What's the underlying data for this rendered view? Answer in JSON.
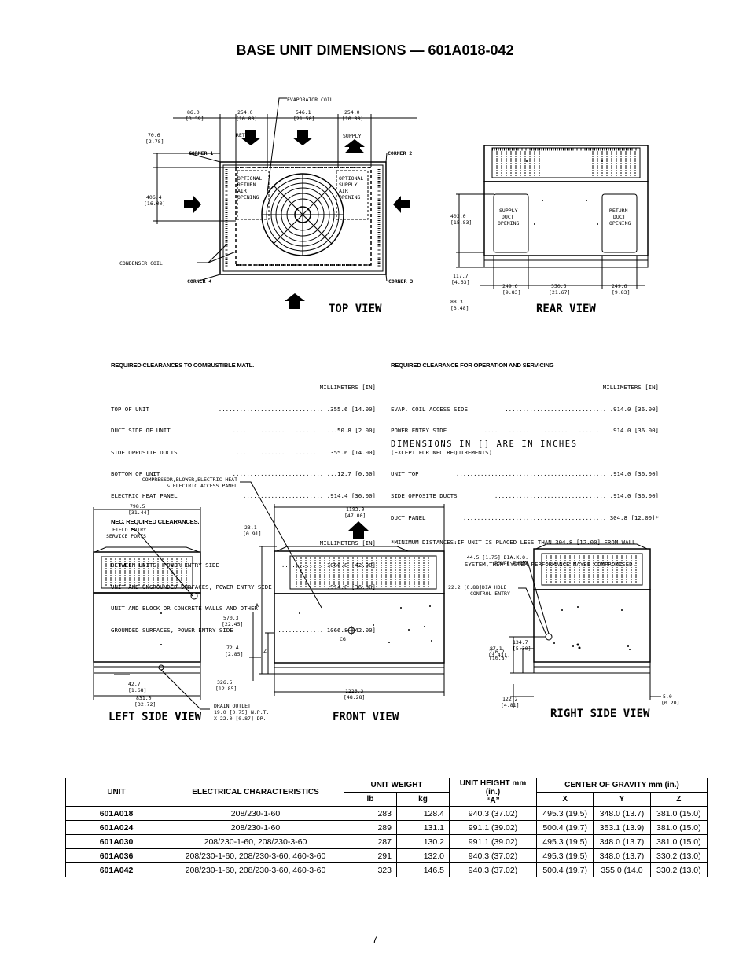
{
  "title": "BASE UNIT DIMENSIONS — 601A018-042",
  "top_view": {
    "label": "TOP VIEW",
    "dim_86": "86.0",
    "dim_86_in": "[3.39]",
    "dim_254a": "254.0",
    "dim_254a_in": "[10.00]",
    "dim_546": "546.1",
    "dim_546_in": "[21.50]",
    "dim_254b": "254.0",
    "dim_254b_in": "[10.00]",
    "dim_70": "70.6",
    "dim_70_in": "[2.78]",
    "dim_406": "406.4",
    "dim_406_in": "[16.00]",
    "evaporator_coil": "EVAPORATOR COIL",
    "return": "RETURN",
    "supply": "SUPPLY",
    "corner1": "CORNER 1",
    "corner2": "CORNER 2",
    "corner3": "CORNER 3",
    "corner4": "CORNER 4",
    "opt_return": [
      "OPTIONAL",
      "RETURN",
      "AIR",
      "OPENING"
    ],
    "opt_supply": [
      "OPTIONAL",
      "SUPPLY",
      "AIR",
      "OPENING"
    ],
    "condenser_coil": "CONDENSER COIL"
  },
  "rear_view": {
    "label": "REAR VIEW",
    "supply_duct": [
      "SUPPLY",
      "DUCT",
      "OPENING"
    ],
    "return_duct": [
      "RETURN",
      "DUCT",
      "OPENING"
    ],
    "dim_402": "402.0",
    "dim_402_in": "[15.83]",
    "dim_117": "117.7",
    "dim_117_in": "[4.63]",
    "dim_88": "88.3",
    "dim_88_in": "[3.48]",
    "dim_249a": "249.6",
    "dim_249a_in": "[9.83]",
    "dim_550": "550.5",
    "dim_550_in": "[21.67]",
    "dim_249b": "249.6",
    "dim_249b_in": "[9.83]"
  },
  "clearances_left": {
    "heading1": "REQUIRED CLEARANCES TO COMBUSTIBLE MATL.",
    "units": "MILLIMETERS [IN]",
    "rows1": [
      {
        "label": "TOP OF UNIT",
        "value": "355.6 [14.00]"
      },
      {
        "label": "DUCT SIDE OF UNIT",
        "value": "50.8 [2.00]"
      },
      {
        "label": "SIDE OPPOSITE DUCTS",
        "value": "355.6 [14.00]"
      },
      {
        "label": "BOTTOM OF UNIT",
        "value": "12.7 [0.50]"
      },
      {
        "label": "ELECTRIC HEAT PANEL",
        "value": "914.4 [36.00]"
      }
    ],
    "heading2": "NEC. REQUIRED CLEARANCES.",
    "units2": "MILLIMETERS [IN]",
    "rows2": [
      {
        "label": "BETWEEN UNITS, POWER ENTRY SIDE",
        "value": "1066.8 [42.00]"
      },
      {
        "label": "UNIT AND UNGROUNDED SURFACES, POWER ENTRY SIDE",
        "value": "914.0 [36.00]"
      },
      {
        "label": "UNIT AND BLOCK OR CONCRETE WALLS AND OTHER",
        "value": ""
      },
      {
        "label": "GROUNDED SURFACES, POWER ENTRY SIDE",
        "value": "1066.8 [42.00]"
      }
    ]
  },
  "clearances_right": {
    "heading": "REQUIRED CLEARANCE FOR OPERATION AND SERVICING",
    "units": "MILLIMETERS [IN]",
    "rows": [
      {
        "label": "EVAP. COIL ACCESS SIDE",
        "value": "914.0 [36.00]"
      },
      {
        "label": "POWER ENTRY SIDE",
        "value": "914.0 [36.00]"
      },
      {
        "label": "(EXCEPT FOR NEC REQUIREMENTS)",
        "value": ""
      },
      {
        "label": "UNIT TOP",
        "value": "914.0 [36.00]"
      },
      {
        "label": "SIDE OPPOSITE DUCTS",
        "value": "914.0 [36.00]"
      },
      {
        "label": "DUCT PANEL",
        "value": "304.8 [12.00]*"
      }
    ],
    "note1": "*MINIMUM DISTANCES:IF UNIT IS PLACED LESS THAN 304.8 [12.00] FROM WALL",
    "note2": "SYSTEM,THEN SYSTEM PERFORMANCE MAYBE COMPROMISED.",
    "dimensions_note": "DIMENSIONS IN [] ARE IN INCHES"
  },
  "left_side_view": {
    "label": "LEFT SIDE VIEW",
    "dim_798": "798.5",
    "dim_798_in": "[31.44]",
    "field_entry": [
      "FIELD ENTRY",
      "SERVICE PORTS"
    ],
    "dim_570": "570.3",
    "dim_570_in": "[22.45]",
    "dim_72": "72.4",
    "dim_72_in": "[2.85]",
    "dim_42": "42.7",
    "dim_42_in": "[1.68]",
    "dim_326": "326.5",
    "dim_326_in": "[12.85]",
    "dim_831": "831.0",
    "dim_831_in": "[32.72]",
    "drain": [
      "DRAIN OUTLET",
      "19.0 [0.75] N.P.T.",
      "X 22.0 [0.87] DP."
    ]
  },
  "front_view": {
    "label": "FRONT VIEW",
    "access_panel": [
      "COMPRESSOR,BLOWER,ELECTRIC HEAT",
      "& ELECTRIC ACCESS PANEL"
    ],
    "dim_1193": "1193.9",
    "dim_1193_in": "[47.00]",
    "dim_23": "23.1",
    "dim_23_in": "[0.91]",
    "a_label": "A",
    "z_label": "Z",
    "cg": "CG",
    "dim_1226": "1226.3",
    "dim_1226_in": "[48.28]"
  },
  "right_side_view": {
    "label": "RIGHT SIDE VIEW",
    "power_entry": [
      "44.5 [1.75] DIA.K.O.",
      "POWER ENTRY"
    ],
    "control_entry": [
      "22.2 [0.88]DIA HOLE",
      "CONTROL ENTRY"
    ],
    "dim_134": "134.7",
    "dim_134_in": "[5.30]",
    "dim_276": "276.2",
    "dim_276_in": "[10.87]",
    "dim_87": "87.1",
    "dim_87_in": "[3.43]",
    "dim_122": "122.2",
    "dim_122_in": "[4.81]",
    "dim_5": "5.0",
    "dim_5_in": "[0.20]"
  },
  "table": {
    "headers": {
      "unit": "UNIT",
      "electrical": "ELECTRICAL CHARACTERISTICS",
      "weight": "UNIT WEIGHT",
      "lb": "lb",
      "kg": "kg",
      "height": "UNIT HEIGHT mm (in.)",
      "height_a": "“A”",
      "cg": "CENTER OF GRAVITY mm (in.)",
      "x": "X",
      "y": "Y",
      "z": "Z"
    },
    "rows": [
      {
        "unit": "601A018",
        "elec": "208/230-1-60",
        "lb": "283",
        "kg": "128.4",
        "height": "940.3 (37.02)",
        "x": "495.3 (19.5)",
        "y": "348.0 (13.7)",
        "z": "381.0 (15.0)"
      },
      {
        "unit": "601A024",
        "elec": "208/230-1-60",
        "lb": "289",
        "kg": "131.1",
        "height": "991.1 (39.02)",
        "x": "500.4 (19.7)",
        "y": "353.1 (13.9)",
        "z": "381.0 (15.0)"
      },
      {
        "unit": "601A030",
        "elec": "208/230-1-60, 208/230-3-60",
        "lb": "287",
        "kg": "130.2",
        "height": "991.1 (39.02)",
        "x": "495.3 (19.5)",
        "y": "348.0 (13.7)",
        "z": "381.0 (15.0)"
      },
      {
        "unit": "601A036",
        "elec": "208/230-1-60, 208/230-3-60, 460-3-60",
        "lb": "291",
        "kg": "132.0",
        "height": "940.3 (37.02)",
        "x": "495.3 (19.5)",
        "y": "348.0 (13.7)",
        "z": "330.2 (13.0)"
      },
      {
        "unit": "601A042",
        "elec": "208/230-1-60, 208/230-3-60, 460-3-60",
        "lb": "323",
        "kg": "146.5",
        "height": "940.3 (37.02)",
        "x": "500.4 (19.7)",
        "y": "355.0 (14.0",
        "z": "330.2 (13.0)"
      }
    ]
  },
  "page_number": "—7—"
}
